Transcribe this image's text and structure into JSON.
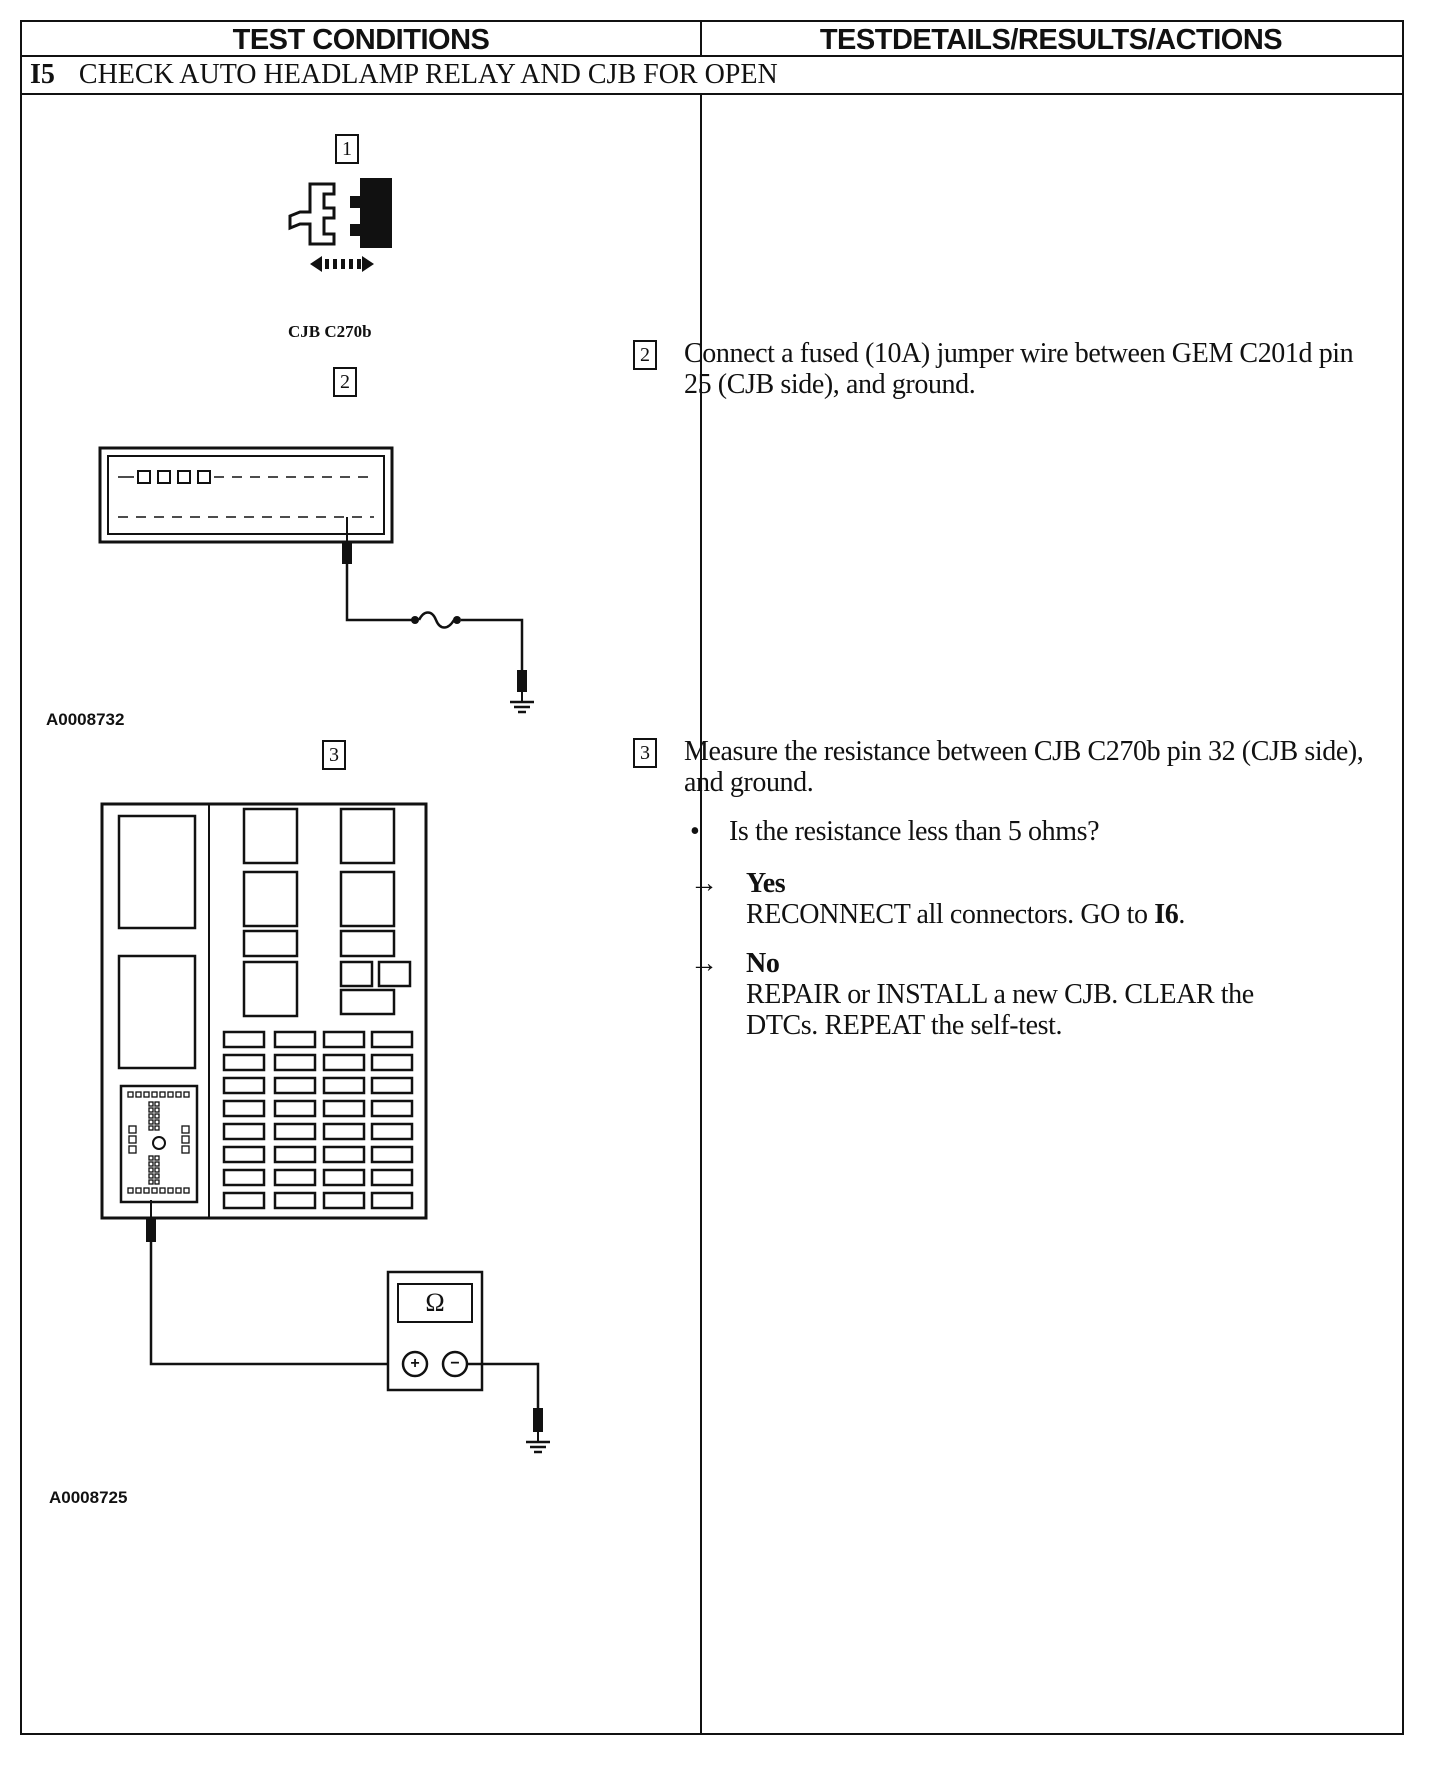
{
  "header": {
    "left_title": "TEST CONDITIONS",
    "right_title": "TESTDETAILS/RESULTS/ACTIONS"
  },
  "step": {
    "id": "I5",
    "title": "CHECK AUTO HEADLAMP RELAY AND CJB FOR OPEN"
  },
  "figures": {
    "fig1_num": "1",
    "fig1_label": "CJB C270b",
    "fig2_num": "2",
    "fig2_id": "A0008732",
    "fig3_num": "3",
    "fig3_id": "A0008725",
    "meter_symbol": "Ω",
    "meter_plus": "+",
    "meter_minus": "−"
  },
  "details": {
    "step2_num": "2",
    "step2_text": "Connect a fused (10A) jumper wire between GEM C201d pin 25 (CJB side), and ground.",
    "step3_num": "3",
    "step3_text": "Measure the resistance between CJB C270b pin 32 (CJB side), and ground.",
    "bullet": "•",
    "question": "Is the resistance less than 5 ohms?",
    "arrow": "→",
    "yes_label": "Yes",
    "yes_text": "RECONNECT all connectors. GO to",
    "yes_goto": "I6",
    "yes_end": ".",
    "no_label": "No",
    "no_text": "REPAIR or INSTALL a new CJB. CLEAR the DTCs. REPEAT the self-test."
  }
}
